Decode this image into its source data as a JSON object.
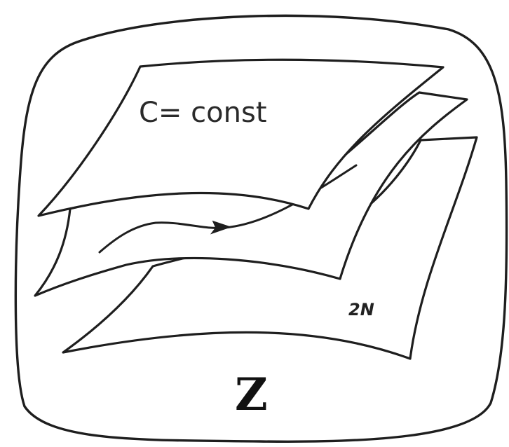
{
  "diagram": {
    "top_sheet_label": "C= const",
    "bottom_sheet_label": "2N",
    "space_label": "Z"
  }
}
